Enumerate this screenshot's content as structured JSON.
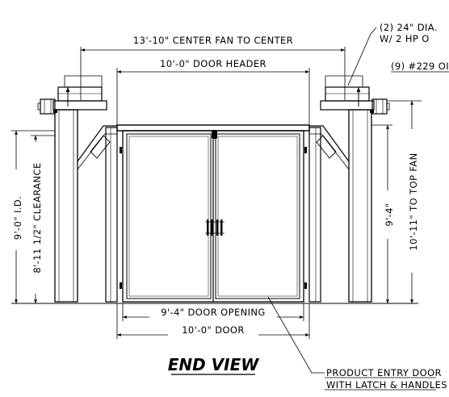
{
  "drawing": {
    "title": "END VIEW",
    "dimensions": {
      "fan_center": "13'-10\" CENTER FAN TO CENTER",
      "door_header": "10'-0\" DOOR HEADER",
      "door_opening": "9'-4\" DOOR OPENING",
      "door": "10'-0\" DOOR",
      "clearance": "8'-11 1/2\" CLEARANCE",
      "id_height": "9'-0\" I.D.",
      "right_height": "9'-4\"",
      "top_fan": "10'-11\" TO TOP FAN"
    },
    "notes": {
      "fan_line1": "(2) 24\" DIA.",
      "fan_line2": "W/ 2 HP O",
      "part_ref": "(9) #229 OI",
      "entry_line1": "PRODUCT ENTRY DOOR",
      "entry_line2": "WITH LATCH & HANDLES"
    }
  }
}
